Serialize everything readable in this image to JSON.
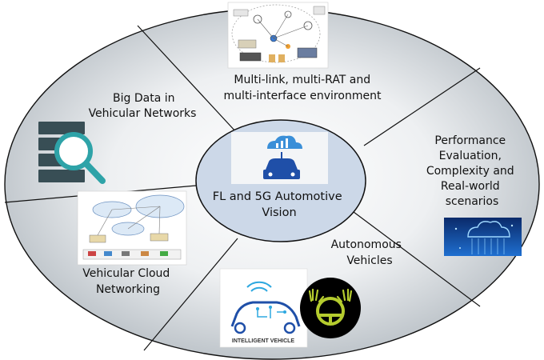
{
  "center": {
    "line1": "FL and 5G Automotive",
    "line2": "Vision"
  },
  "sectors": {
    "multilink": {
      "line1": "Multi-link, multi-RAT and",
      "line2": "multi-interface environment"
    },
    "bigdata": {
      "line1": "Big Data in",
      "line2": "Vehicular Networks"
    },
    "performance": {
      "line1": "Performance",
      "line2": "Evaluation,",
      "line3": "Complexity and",
      "line4": "Real-world",
      "line5": "scenarios"
    },
    "autonomous": {
      "line1": "Autonomous",
      "line2": "Vehicles"
    },
    "cloud": {
      "line1": "Vehicular Cloud",
      "line2": "Networking"
    }
  },
  "intelligent_vehicle_caption": "INTELLIGENT VEHICLE",
  "colors": {
    "outer_fill_center": "#ffffff",
    "outer_fill_edge": "#b9c0c6",
    "inner_fill": "#ccd8e8",
    "stroke": "#111111",
    "accent_blue": "#1f4fa8",
    "accent_teal": "#2ea3a8",
    "glove_green": "#b5cc2e"
  }
}
